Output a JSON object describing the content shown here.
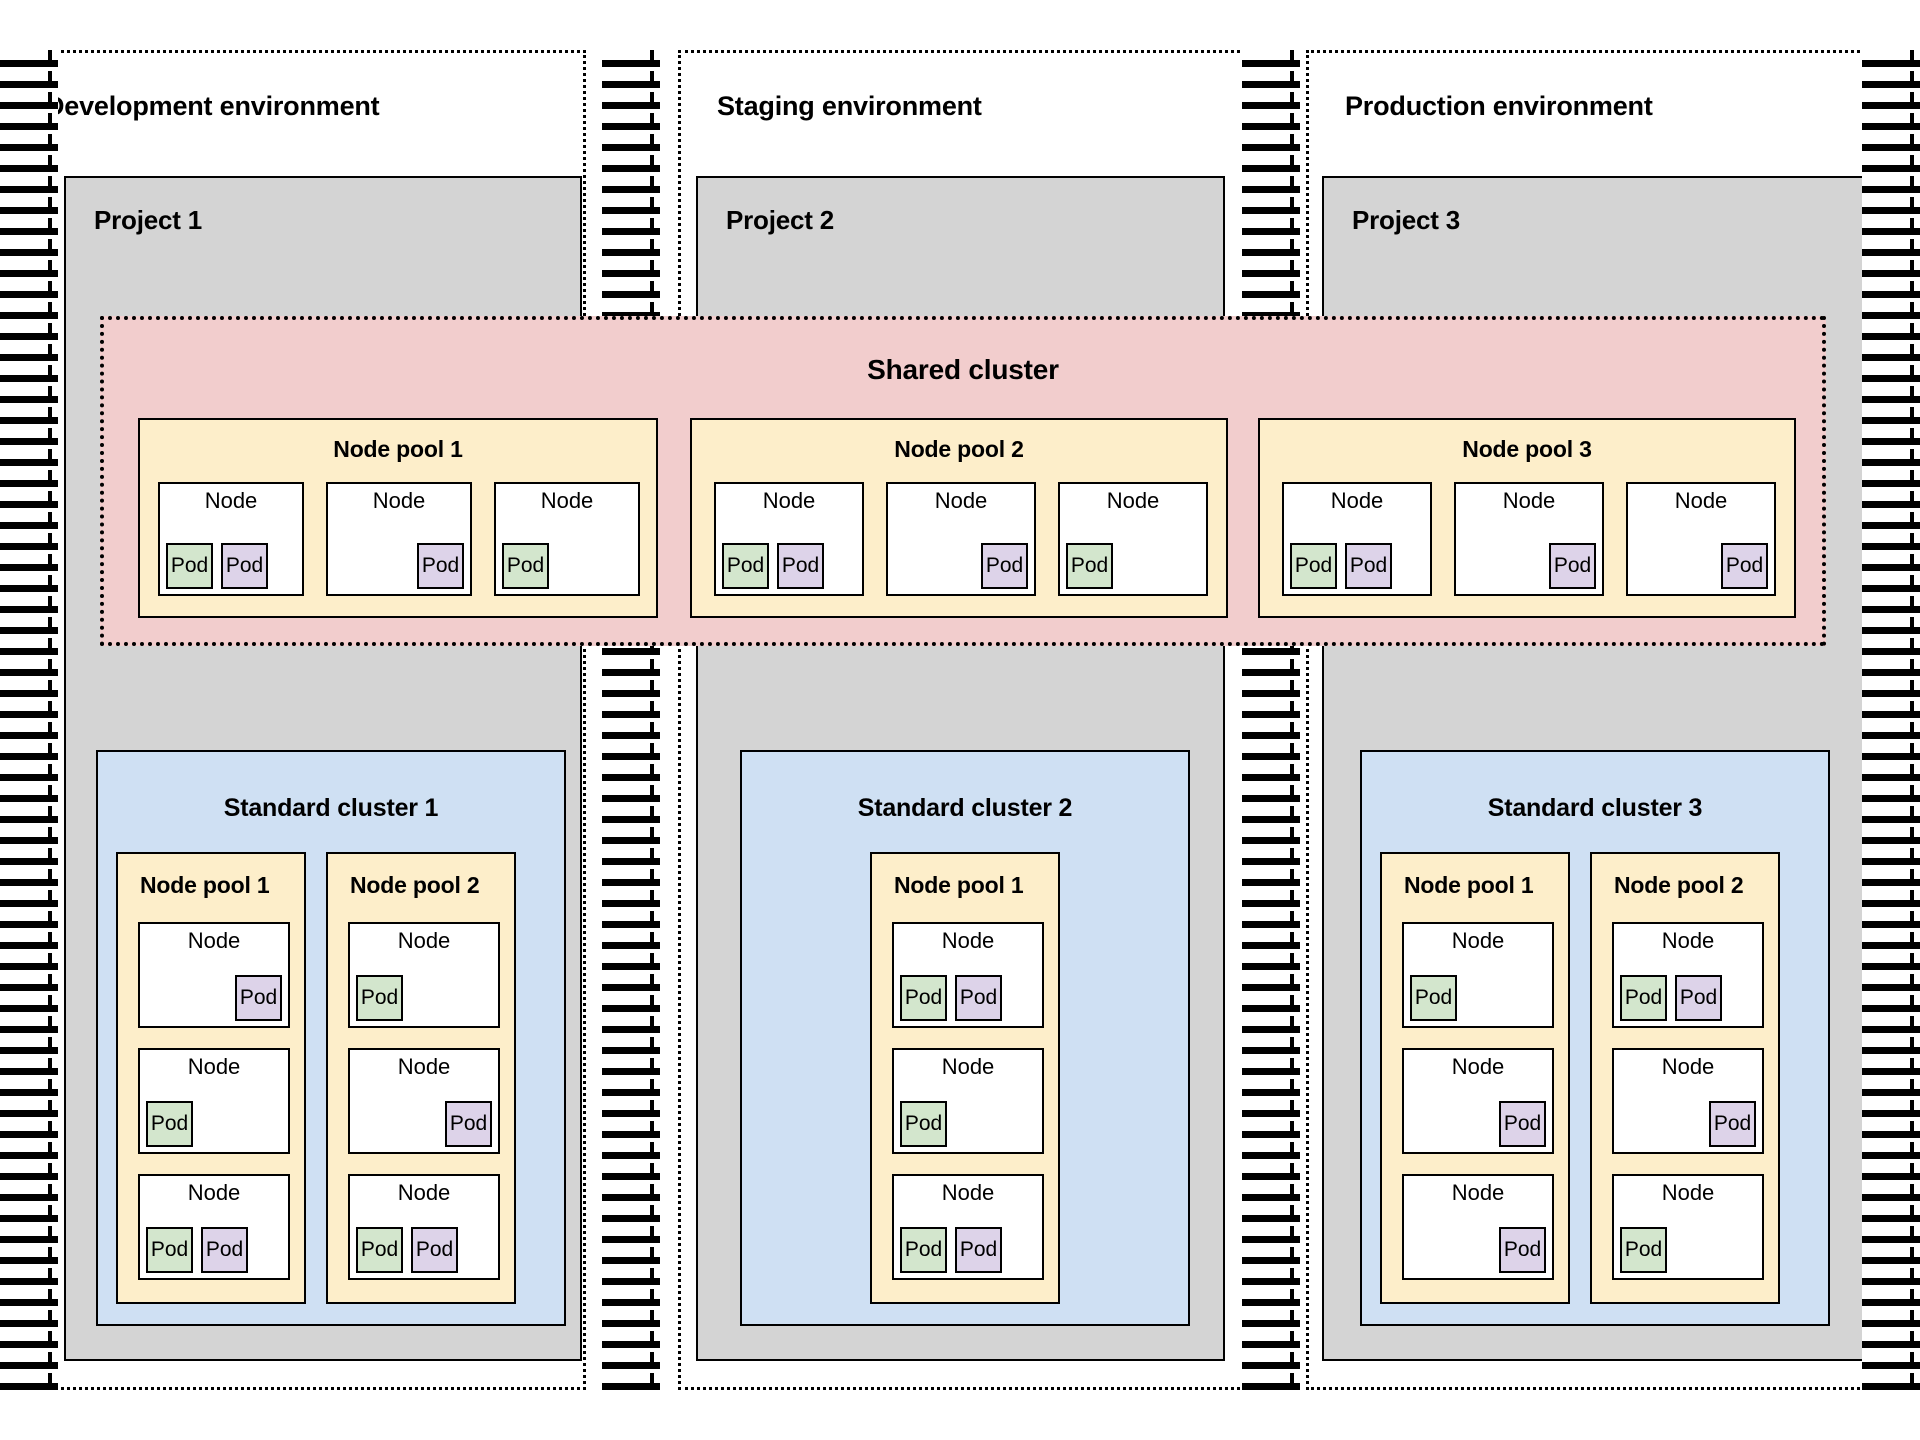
{
  "colors": {
    "project_bg": "#d4d4d4",
    "shared_cluster_bg": "#f2cdcd",
    "standard_cluster_bg": "#cfe0f3",
    "nodepool_bg": "#fdeeca",
    "pod_green": "#d3e6cd",
    "pod_purple": "#ddd3e9",
    "stroke": "#000000",
    "page_bg": "#ffffff"
  },
  "labels": {
    "node": "Node",
    "pod": "Pod"
  },
  "environments": [
    {
      "title": "Development environment",
      "project": "Project 1"
    },
    {
      "title": "Staging environment",
      "project": "Project 2"
    },
    {
      "title": "Production environment",
      "project": "Project 3"
    }
  ],
  "shared_cluster": {
    "title": "Shared cluster",
    "node_pools": [
      {
        "title": "Node pool 1",
        "nodes": [
          {
            "pods": [
              "green",
              "purple"
            ],
            "align": "left"
          },
          {
            "pods": [
              "purple"
            ],
            "align": "right"
          },
          {
            "pods": [
              "green"
            ],
            "align": "left"
          }
        ]
      },
      {
        "title": "Node pool 2",
        "nodes": [
          {
            "pods": [
              "green",
              "purple"
            ],
            "align": "left"
          },
          {
            "pods": [
              "purple"
            ],
            "align": "right"
          },
          {
            "pods": [
              "green"
            ],
            "align": "left"
          }
        ]
      },
      {
        "title": "Node pool 3",
        "nodes": [
          {
            "pods": [
              "green",
              "purple"
            ],
            "align": "left"
          },
          {
            "pods": [
              "purple"
            ],
            "align": "right"
          },
          {
            "pods": [
              "purple"
            ],
            "align": "right"
          }
        ]
      }
    ]
  },
  "standard_clusters": [
    {
      "title": "Standard cluster 1",
      "node_pools": [
        {
          "title": "Node pool 1",
          "nodes": [
            {
              "pods": [
                "purple"
              ],
              "align": "right"
            },
            {
              "pods": [
                "green"
              ],
              "align": "left"
            },
            {
              "pods": [
                "green",
                "purple"
              ],
              "align": "left"
            }
          ]
        },
        {
          "title": "Node pool 2",
          "nodes": [
            {
              "pods": [
                "green"
              ],
              "align": "left"
            },
            {
              "pods": [
                "purple"
              ],
              "align": "right"
            },
            {
              "pods": [
                "green",
                "purple"
              ],
              "align": "left"
            }
          ]
        }
      ]
    },
    {
      "title": "Standard cluster 2",
      "node_pools": [
        {
          "title": "Node pool 1",
          "nodes": [
            {
              "pods": [
                "green",
                "purple"
              ],
              "align": "left"
            },
            {
              "pods": [
                "green"
              ],
              "align": "left"
            },
            {
              "pods": [
                "green",
                "purple"
              ],
              "align": "left"
            }
          ]
        }
      ]
    },
    {
      "title": "Standard cluster 3",
      "node_pools": [
        {
          "title": "Node pool 1",
          "nodes": [
            {
              "pods": [
                "green"
              ],
              "align": "left"
            },
            {
              "pods": [
                "purple"
              ],
              "align": "right"
            },
            {
              "pods": [
                "purple"
              ],
              "align": "right"
            }
          ]
        },
        {
          "title": "Node pool 2",
          "nodes": [
            {
              "pods": [
                "green",
                "purple"
              ],
              "align": "left"
            },
            {
              "pods": [
                "purple"
              ],
              "align": "right"
            },
            {
              "pods": [
                "green"
              ],
              "align": "left"
            }
          ]
        }
      ]
    }
  ]
}
